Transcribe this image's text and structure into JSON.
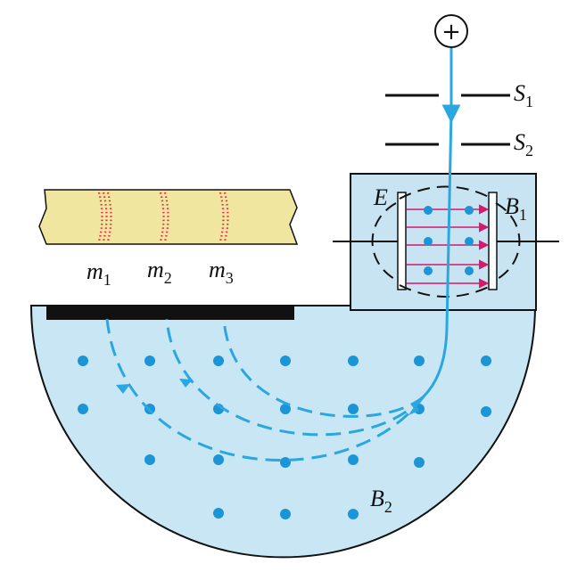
{
  "colors": {
    "beam": "#2aa7e0",
    "field_dot": "#1b95d6",
    "chamber_fill": "#c9e6f4",
    "box_fill": "#c8e4f2",
    "film_fill": "#f0e6a0",
    "film_lines": "#e0314f",
    "e_field_arrow": "#d41a6b",
    "plate": "#111111"
  },
  "labels": {
    "source": "+",
    "slit1": "S",
    "slit1_sub": "1",
    "slit2": "S",
    "slit2_sub": "2",
    "electric_field": "E",
    "velocity_selector_field": "B",
    "velocity_selector_field_sub": "1",
    "chamber_field": "B",
    "chamber_field_sub": "2",
    "mass1": "m",
    "mass1_sub": "1",
    "mass2": "m",
    "mass2_sub": "2",
    "mass3": "m",
    "mass3_sub": "3"
  },
  "icons": {
    "source": "positive-ion-source-icon",
    "field_dot": "field-out-of-page-dot-icon"
  }
}
